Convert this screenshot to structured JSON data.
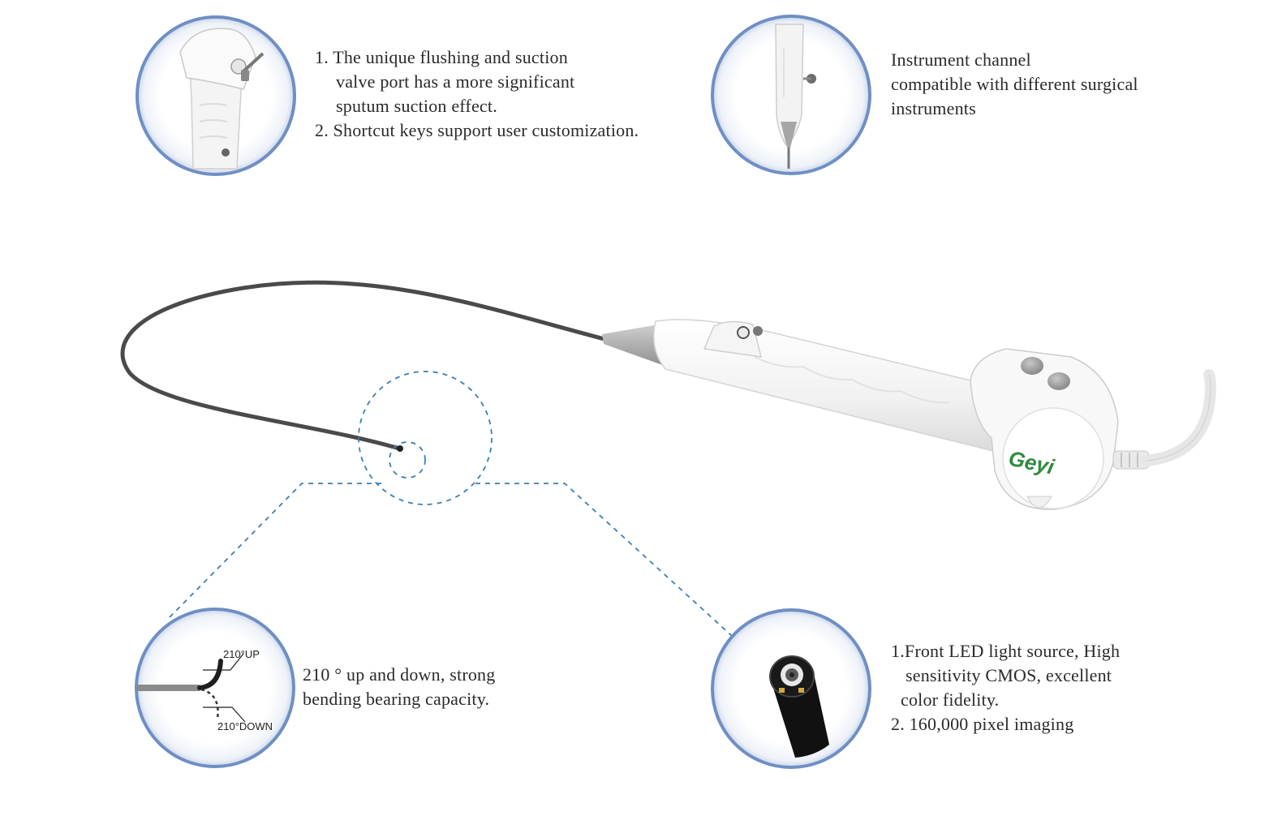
{
  "callouts": {
    "valve": {
      "lines": [
        "1. The unique flushing and suction",
        "valve port has a more significant",
        "sputum suction effect.",
        "2. Shortcut keys support user customization."
      ]
    },
    "channel": {
      "lines": [
        "Instrument channel",
        "compatible with different surgical",
        "instruments"
      ]
    },
    "bending": {
      "lines": [
        "210 ° up and down, strong",
        "bending bearing capacity."
      ],
      "up_label": "210°UP",
      "down_label": "210°DOWN"
    },
    "camera": {
      "lines": [
        "1.Front LED light source, High",
        "sensitivity CMOS, excellent",
        "color fidelity.",
        "2. 160,000 pixel imaging"
      ]
    }
  },
  "device": {
    "brand": "Geyi"
  },
  "colors": {
    "circle_ring": "#6f8fc4",
    "dashed_line": "#3c7fb0",
    "brand_green": "#2e8b3e",
    "cable_dark": "#4a4a4a",
    "button_gray": "#a9a9a9"
  },
  "icons": [
    "valve-handle-image",
    "instrument-channel-image",
    "bending-diagram",
    "camera-tip-image",
    "endoscope-device"
  ]
}
